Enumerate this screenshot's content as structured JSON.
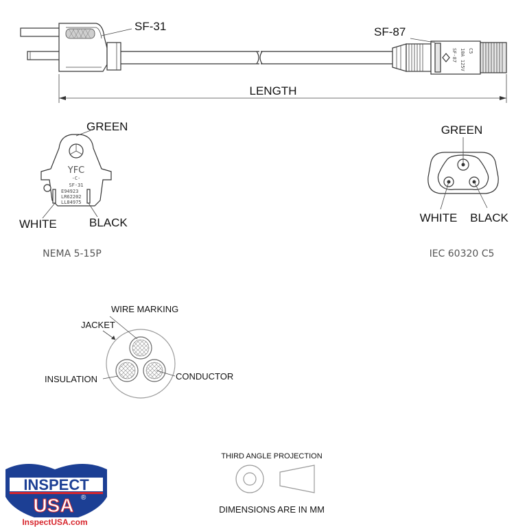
{
  "drawing": {
    "plug_part": "SF-31",
    "connector_part": "SF-87",
    "length_label": "LENGTH",
    "plug": {
      "green": "GREEN",
      "white": "WHITE",
      "black": "BLACK",
      "type_caption": "NEMA 5-15P",
      "face_brand": "YFC",
      "face_c": "-C-",
      "face_model": "SF-31",
      "face_cert1": "E94923",
      "face_cert2": "LR62202",
      "face_cert3": "LL84975"
    },
    "connector": {
      "green": "GREEN",
      "white": "WHITE",
      "black": "BLACK",
      "type_caption": "IEC 60320 C5"
    },
    "cable": {
      "wire_marking": "WIRE MARKING",
      "jacket": "JACKET",
      "insulation": "INSULATION",
      "conductor": "CONDUCTOR"
    },
    "projection_title": "THIRD ANGLE PROJECTION",
    "dimensions_note": "DIMENSIONS ARE IN MM"
  },
  "logo": {
    "line1": "INSPECT",
    "line2": "USA",
    "reg": "®",
    "url": "InspectUSA.com",
    "color_primary": "#1c3f94",
    "color_accent": "#d7262d"
  }
}
